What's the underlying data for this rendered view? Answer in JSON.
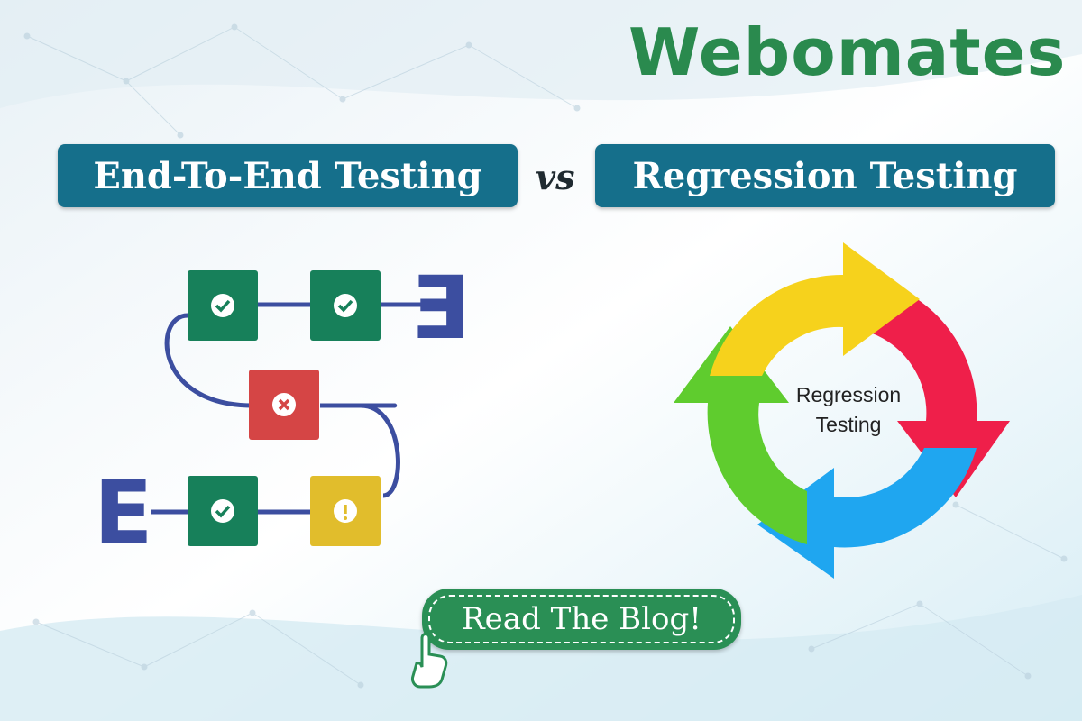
{
  "brand": {
    "logo_text": "Webomates",
    "logo_color": "#2a8a4e"
  },
  "banners": {
    "left_label": "End-To-End Testing",
    "right_label": "Regression Testing",
    "vs_label": "vs",
    "banner_color": "#156f8b"
  },
  "flow_diagram": {
    "start_letter": "E",
    "end_letter": "E",
    "nodes": [
      {
        "status": "pass",
        "color": "#17805a",
        "icon": "check-icon"
      },
      {
        "status": "pass",
        "color": "#17805a",
        "icon": "check-icon"
      },
      {
        "status": "fail",
        "color": "#d54545",
        "icon": "x-icon"
      },
      {
        "status": "pass",
        "color": "#17805a",
        "icon": "check-icon"
      },
      {
        "status": "warning",
        "color": "#e1bd2c",
        "icon": "exclamation-icon"
      }
    ],
    "connector_color": "#3c4ea0"
  },
  "cycle_diagram": {
    "label_line1": "Regression",
    "label_line2": "Testing"
  },
  "cta": {
    "label": "Read The Blog!",
    "color": "#2a8f55"
  }
}
